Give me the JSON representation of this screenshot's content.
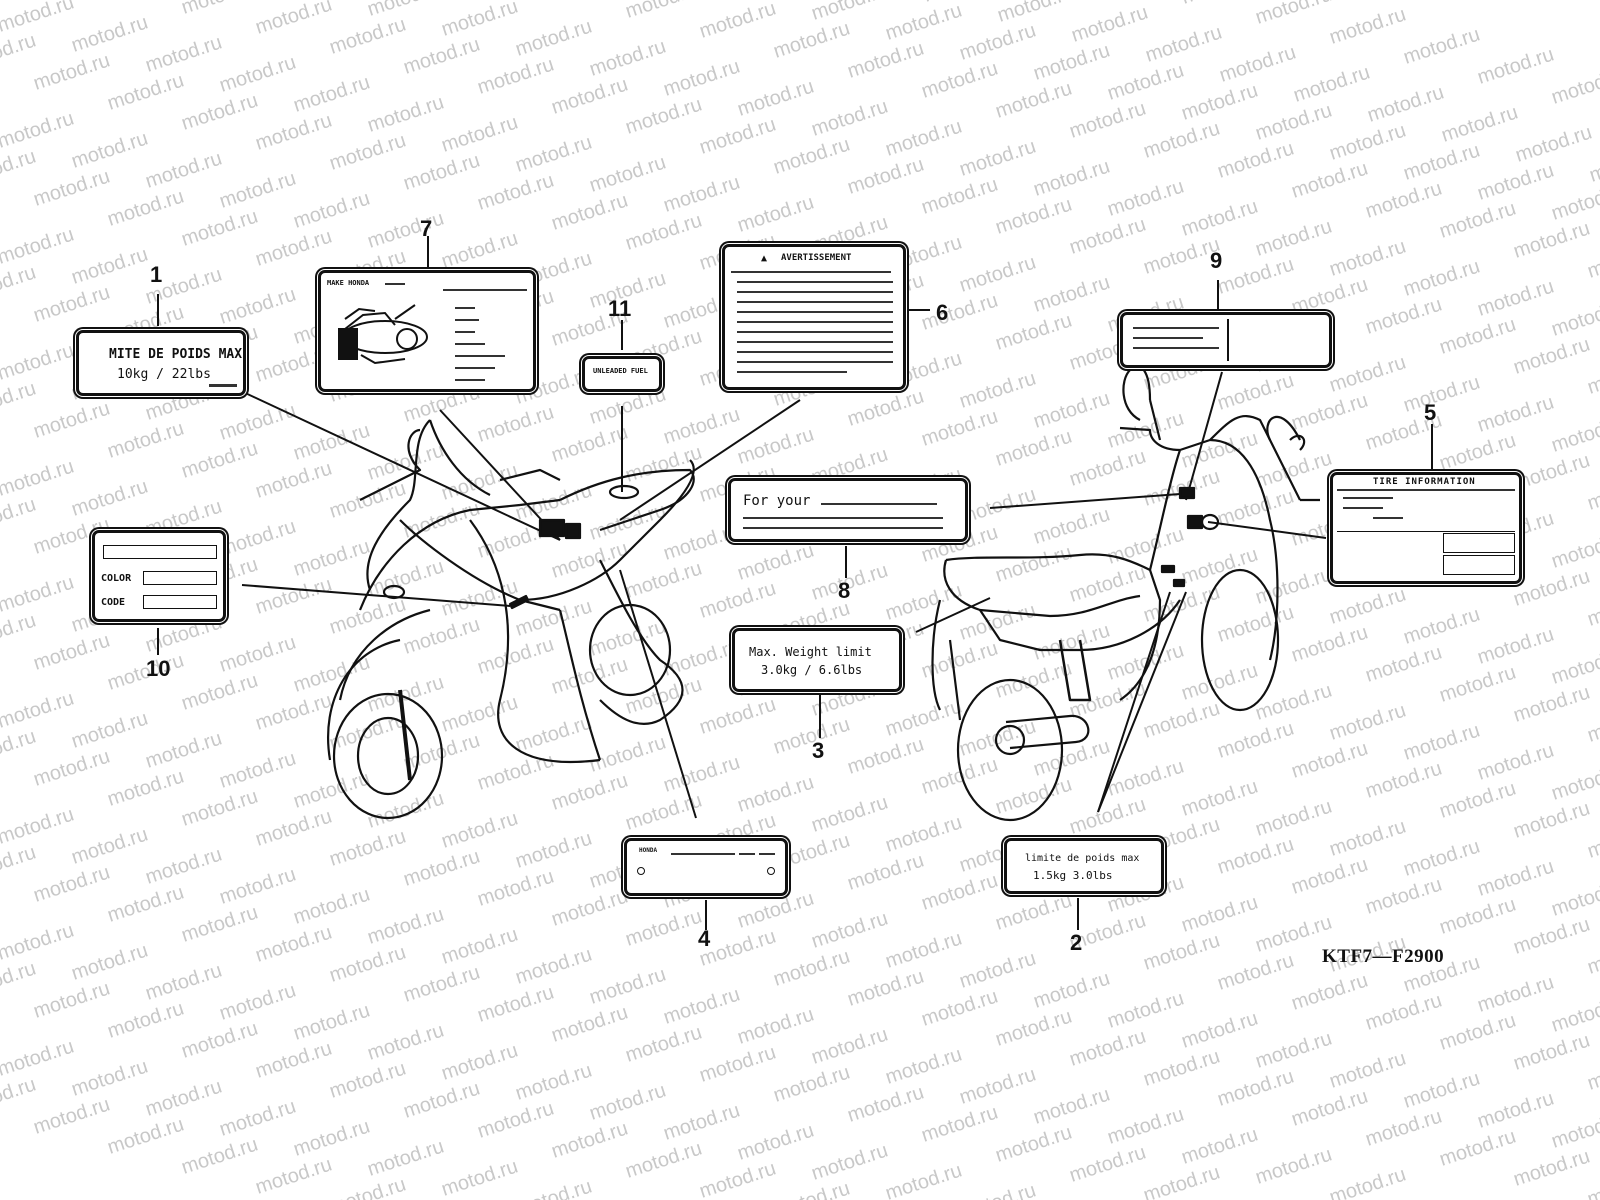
{
  "watermark": {
    "text": "motod.ru"
  },
  "diagram_code": "KTF7—F2900",
  "callouts": [
    {
      "num": "1"
    },
    {
      "num": "2"
    },
    {
      "num": "3"
    },
    {
      "num": "4"
    },
    {
      "num": "5"
    },
    {
      "num": "6"
    },
    {
      "num": "7"
    },
    {
      "num": "8"
    },
    {
      "num": "9"
    },
    {
      "num": "10"
    },
    {
      "num": "11"
    }
  ],
  "labels": {
    "l1": {
      "line1": "MITE DE POIDS MAX",
      "line2": "10kg  / 22lbs"
    },
    "l2": {
      "line1": "limite de poids max",
      "line2": "1.5kg    3.0lbs"
    },
    "l3": {
      "line1": "Max. Weight limit",
      "line2": "3.0kg  / 6.6lbs"
    },
    "l4": {
      "brand": "HONDA"
    },
    "l5": {
      "title": "TIRE INFORMATION"
    },
    "l6": {
      "title": "AVERTISSEMENT"
    },
    "l7": {
      "title": "MAKE HONDA"
    },
    "l8": {
      "text": "For your"
    },
    "l10": {
      "color": "COLOR",
      "code": "CODE"
    },
    "l11": {
      "text": "UNLEADED FUEL"
    }
  },
  "colors": {
    "ink": "#111111",
    "watermark": "#c8c8c8",
    "bg": "#ffffff"
  }
}
